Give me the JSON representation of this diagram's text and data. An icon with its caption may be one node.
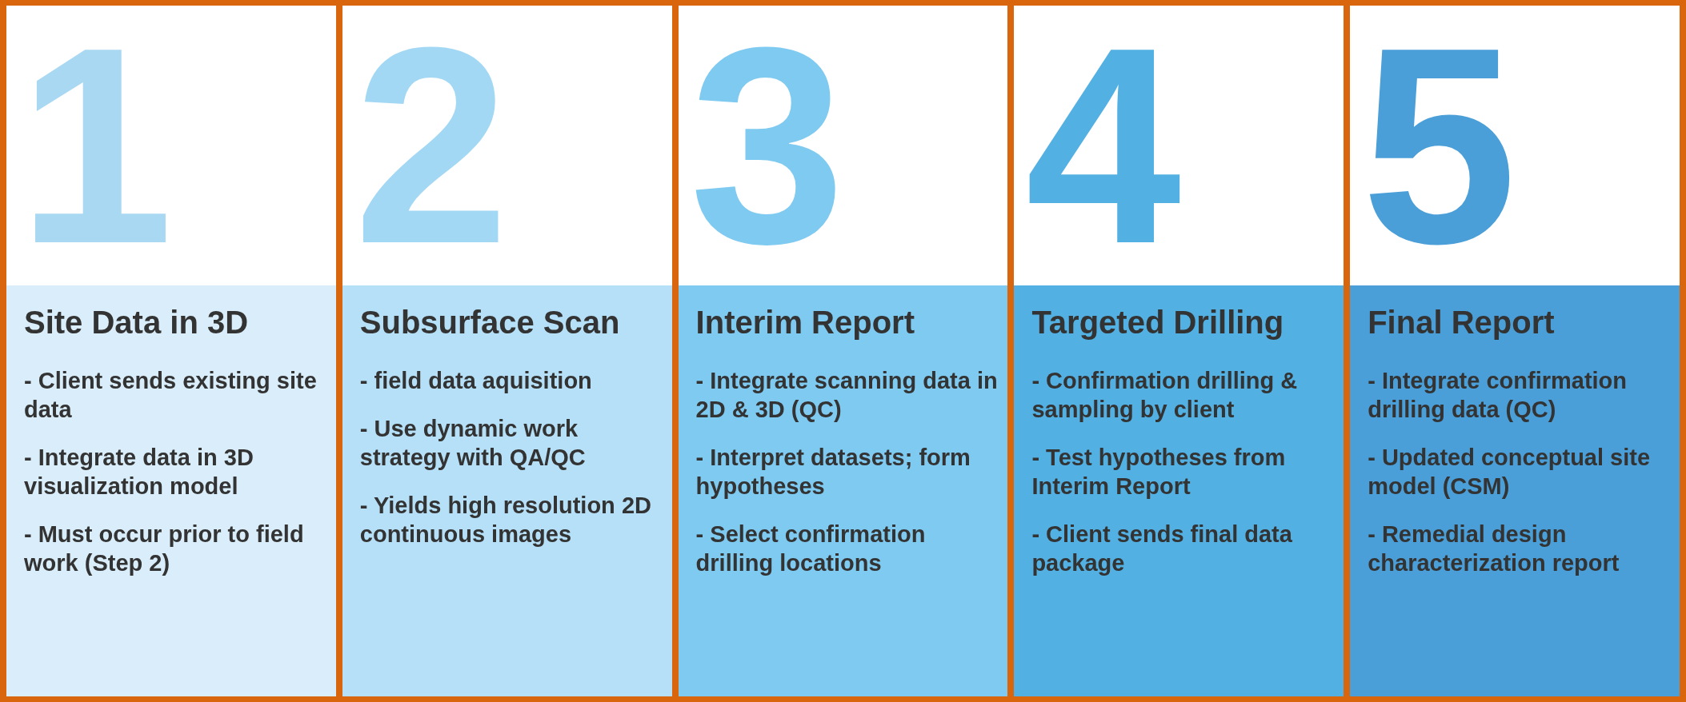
{
  "diagram": {
    "nodes": [
      {
        "text": [
          "1",
          "Site Data in 3D",
          "- Client sends existing site data",
          "- Integrate data in 3D visualization model",
          "- Must occur prior to field work (Step 2)"
        ]
      },
      {
        "text": [
          "2",
          "Subsurface Scan",
          "- field data aquisition",
          "- Use dynamic work strategy with QA/QC",
          "- Yields high resolution 2D continuous images"
        ]
      },
      {
        "text": [
          "3",
          "Interim Report",
          "- Integrate scanning data in 2D & 3D (QC)",
          "- Interpret datasets; form hypotheses",
          "- Select confirmation drilling locations"
        ]
      },
      {
        "text": [
          "4",
          "Targeted Drilling",
          "- Confirmation drilling & sampling by client",
          "- Test hypotheses from Interim Report",
          "- Client sends final data package"
        ]
      },
      {
        "text": [
          "5",
          "Final Report",
          "- Integrate confirmation drilling data (QC)",
          "- Updated conceptual site model (CSM)",
          "- Remedial design characterization report"
        ]
      }
    ]
  }
}
